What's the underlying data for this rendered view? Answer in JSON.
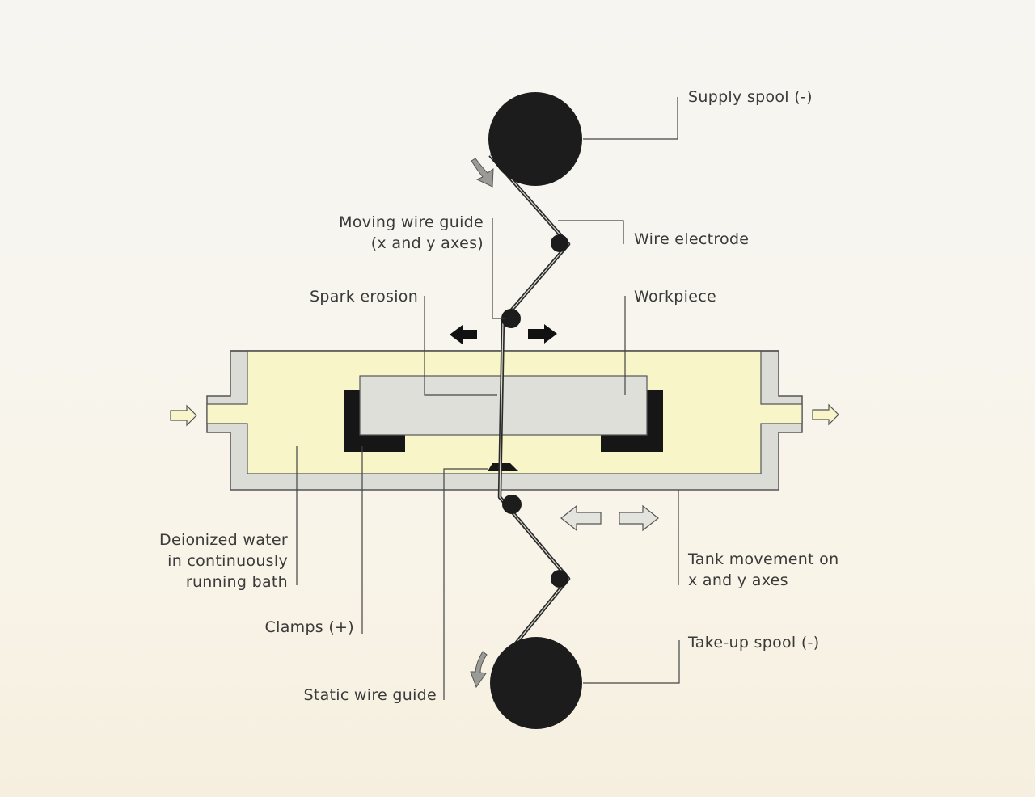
{
  "labels": {
    "supply_spool": "Supply spool (-)",
    "moving_wire_guide_1": "Moving wire guide",
    "moving_wire_guide_2": "(x and y axes)",
    "wire_electrode": "Wire electrode",
    "spark_erosion": "Spark erosion",
    "workpiece": "Workpiece",
    "deionized_water_1": "Deionized water",
    "deionized_water_2": "in continuously",
    "deionized_water_3": "running bath",
    "clamps": "Clamps (+)",
    "tank_movement_1": "Tank movement on",
    "tank_movement_2": "x and y axes",
    "take_up_spool": "Take-up spool (-)",
    "static_wire_guide": "Static wire guide"
  },
  "colors": {
    "tank_wall": "#dcdcd6",
    "water": "#f8f5c8",
    "workpiece": "#dedfd9",
    "spool": "#1c1c1c",
    "clamp": "#161616",
    "leader": "#444444",
    "hollow_arrow": "#e4e4de"
  }
}
